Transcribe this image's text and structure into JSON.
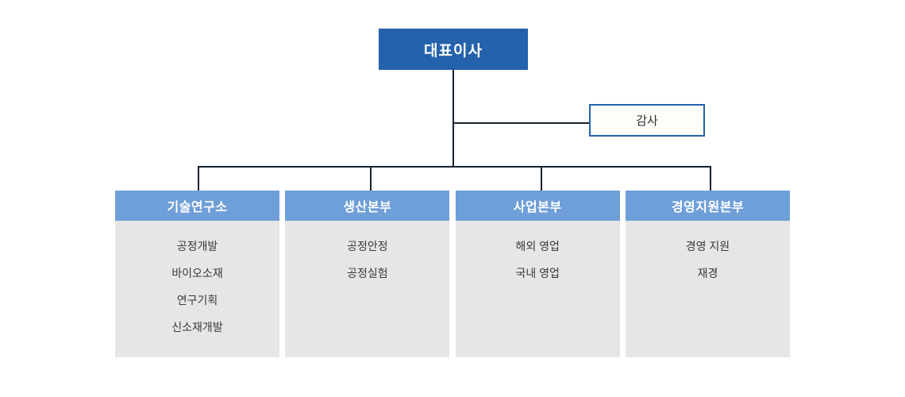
{
  "chart": {
    "type": "org-chart",
    "title": "",
    "root": {
      "label": "대표이사",
      "role": "ceo"
    },
    "staff": [
      {
        "label": "감사",
        "role": "auditor"
      }
    ],
    "divisions": [
      {
        "label": "기술연구소",
        "teams": [
          "공정개발",
          "바이오소재",
          "연구기획",
          "신소재개발"
        ]
      },
      {
        "label": "생산본부",
        "teams": [
          "공정안정",
          "공정실험"
        ]
      },
      {
        "label": "사업본부",
        "teams": [
          "해외 영업",
          "국내 영업"
        ]
      },
      {
        "label": "경영지원본부",
        "teams": [
          "경영 지원",
          "재경"
        ]
      }
    ]
  },
  "colors": {
    "ceo_fill": "#2462ac",
    "ceo_text": "#ffffff",
    "auditor_fill": "#fdfdfa",
    "auditor_border": "#2462ac",
    "auditor_text": "#2b2b2b",
    "division_header_fill": "#6f9fd8",
    "division_header_text": "#ffffff",
    "division_body_fill": "#e6e6e6",
    "division_item_text": "#3a3a3a",
    "connector_line": "#16202e",
    "background": "#ffffff"
  }
}
